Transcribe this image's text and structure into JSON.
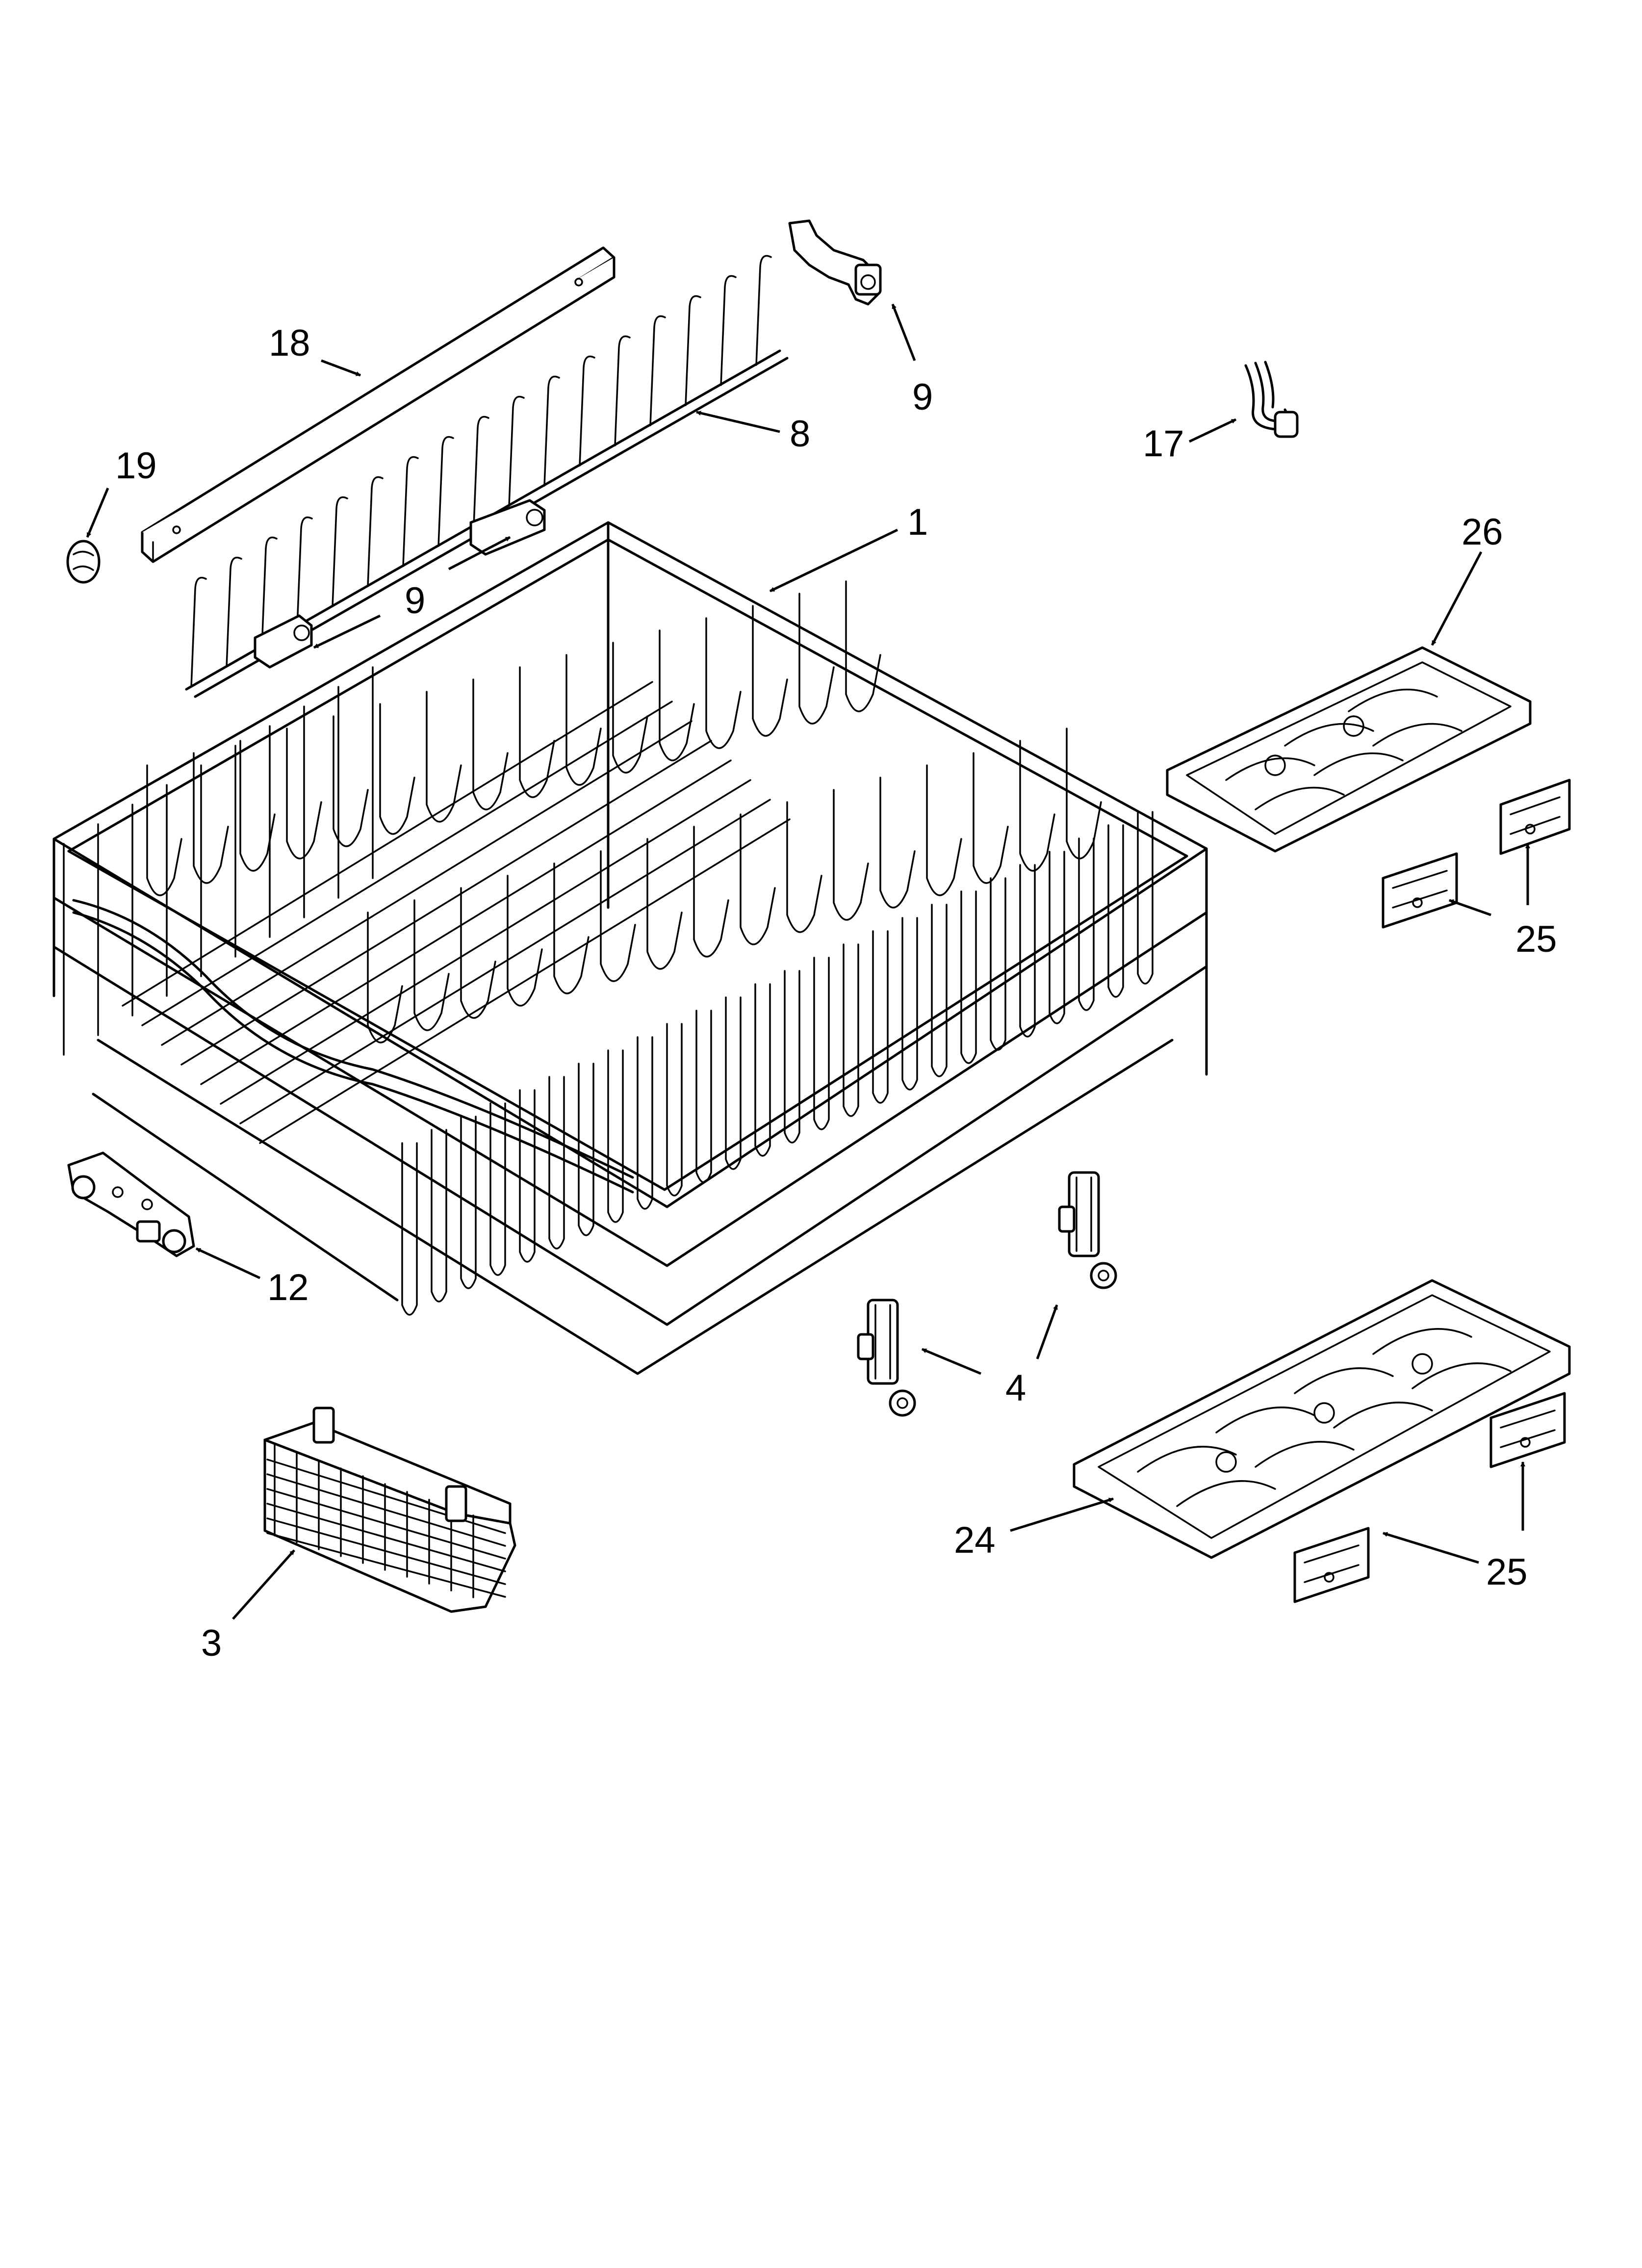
{
  "diagram": {
    "parts": [
      {
        "id": "main-rack",
        "callout": "1"
      },
      {
        "id": "silverware-basket",
        "callout": "3"
      },
      {
        "id": "rack-adjuster-front",
        "callout": "4"
      },
      {
        "id": "tine-row",
        "callout": "8"
      },
      {
        "id": "tine-clip-upper",
        "callout": "9"
      },
      {
        "id": "tine-clip-lower",
        "callout": "9"
      },
      {
        "id": "rail-stop",
        "callout": "12"
      },
      {
        "id": "wire-clip",
        "callout": "17"
      },
      {
        "id": "rail",
        "callout": "18"
      },
      {
        "id": "end-cap",
        "callout": "19"
      },
      {
        "id": "shelf-lower",
        "callout": "24"
      },
      {
        "id": "shelf-clip-upper-a",
        "callout": "25"
      },
      {
        "id": "shelf-clip-lower-a",
        "callout": "25"
      },
      {
        "id": "shelf-upper",
        "callout": "26"
      }
    ]
  }
}
